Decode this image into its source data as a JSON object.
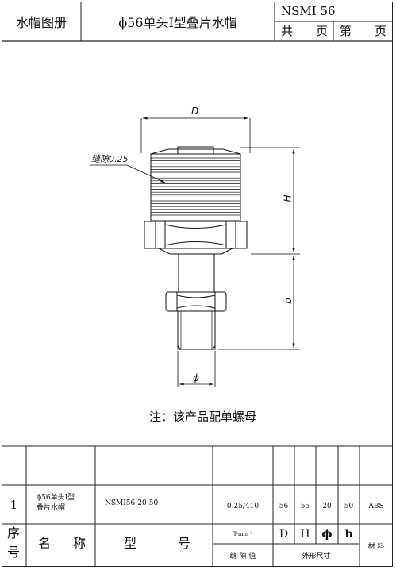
{
  "header": {
    "booklet_title": "水帽图册",
    "part_title": "ϕ56单头Ⅰ型叠片水帽",
    "doc_code": "NSMⅠ  56",
    "total_label_1": "共",
    "total_label_2": "页",
    "page_label_1": "第",
    "page_label_2": "页"
  },
  "drawing": {
    "dim_D": "D",
    "dim_H": "H",
    "dim_b": "b",
    "dim_phi": "ϕ",
    "gap_callout": "缝隙0.25",
    "note": "注：该产品配单螺母"
  },
  "table": {
    "row": {
      "index": "1",
      "name_line1": "ϕ56单头Ⅰ型",
      "name_line2": "叠片水帽",
      "model": "NSMⅠ56-20-50",
      "gap": "0.25/410",
      "D": "56",
      "H": "55",
      "phi": "20",
      "b": "50",
      "material": "ABS"
    },
    "footer": {
      "index_label_1": "序",
      "index_label_2": "号",
      "name_label_1": "名",
      "name_label_2": "称",
      "model_label_1": "型",
      "model_label_2": "号",
      "gap_unit": "T-mm ²",
      "gap_label": "缝 隙 值",
      "col_D": "D",
      "col_H": "H",
      "col_phi": "ϕ",
      "col_b": "b",
      "dims_label": "外形尺寸",
      "material_label": "材 料"
    }
  }
}
